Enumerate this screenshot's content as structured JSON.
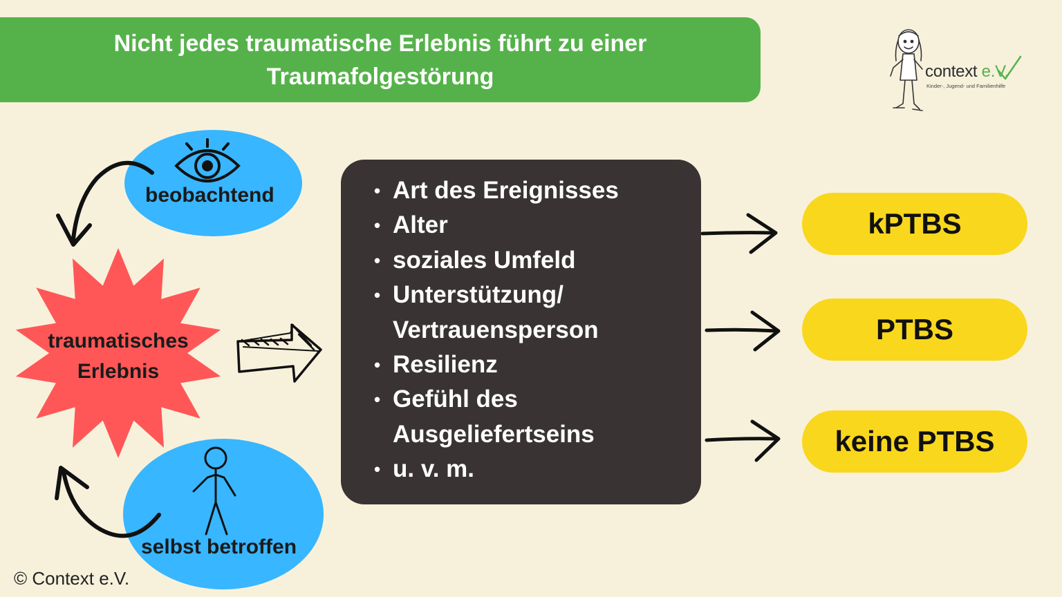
{
  "title": {
    "line1": "Nicht jedes traumatische Erlebnis führt zu einer",
    "line2": "Traumafolgestörung"
  },
  "logo": {
    "name": "context",
    "suffix": "e.V.",
    "tagline": "Kinder-, Jugend- und Familienhilfe"
  },
  "observing": {
    "label": "beobachtend",
    "icon": "eye-icon"
  },
  "affected": {
    "label": "selbst betroffen",
    "icon": "stick-figure-icon"
  },
  "event": {
    "line1": "traumatisches",
    "line2": "Erlebnis"
  },
  "factors": [
    "Art des Ereignisses",
    "Alter",
    "soziales Umfeld",
    "Unterstützung/ Vertrauensperson",
    "Resilienz",
    "Gefühl des Ausgeliefertseins",
    "u. v. m."
  ],
  "outcomes": [
    "kPTBS",
    "PTBS",
    "keine PTBS"
  ],
  "copyright": "© Context e.V.",
  "colors": {
    "background": "#f7f1dc",
    "banner": "#55b24a",
    "blob": "#38b6ff",
    "star": "#ff5757",
    "factors_box": "#393433",
    "outcome_pill": "#f9d71c"
  }
}
